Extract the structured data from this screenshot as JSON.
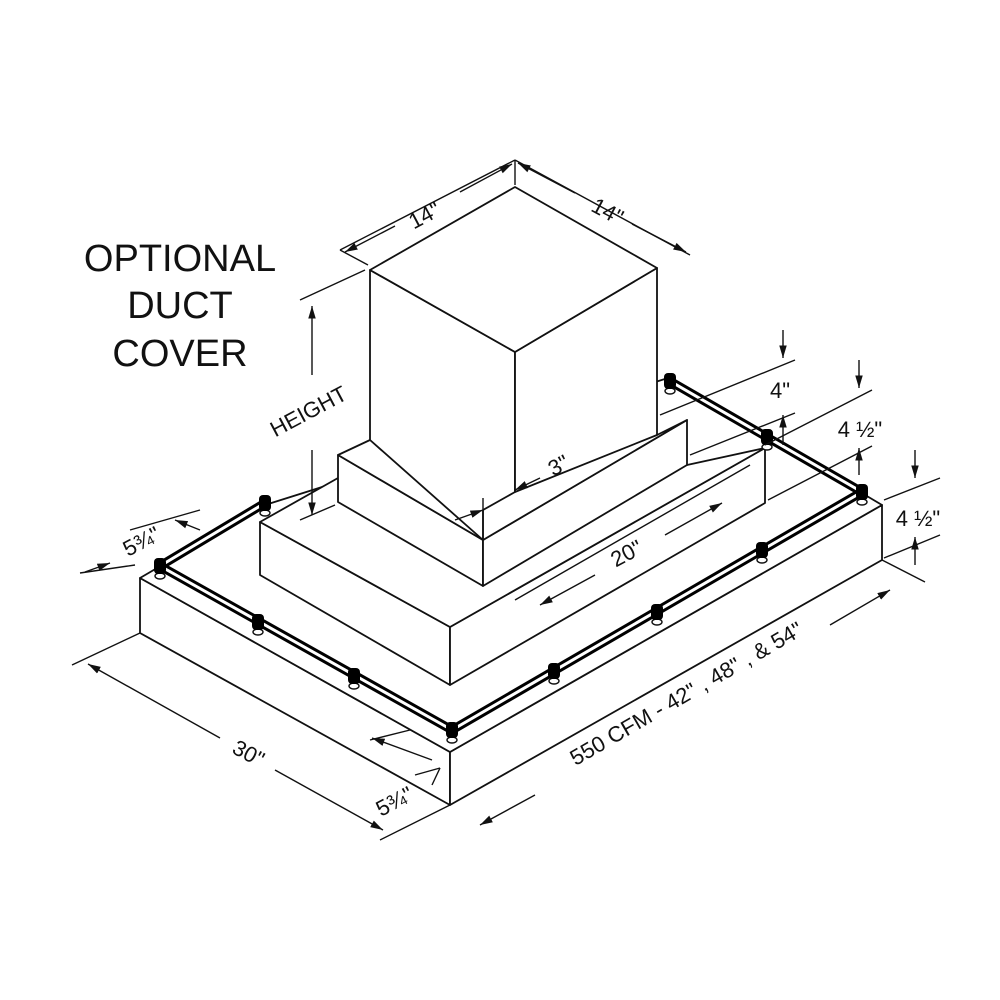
{
  "title_lines": [
    "OPTIONAL",
    "DUCT",
    "COVER"
  ],
  "dimensions": {
    "duct_width_left": "14\"",
    "duct_width_right": "14\"",
    "duct_height": "HEIGHT",
    "duct_offset": "3\"",
    "upper_block_depth": "20\"",
    "upper_block_height": "4\"",
    "middle_block_height": "4 ½\"",
    "base_height": "4 ½\"",
    "rail_inset_back": "5¾\"",
    "rail_inset_front": "5¾\"",
    "depth": "30\"",
    "width": "550 CFM - 42\" , 48\" , & 54\""
  },
  "colors": {
    "line": "#111111",
    "background": "#ffffff"
  }
}
